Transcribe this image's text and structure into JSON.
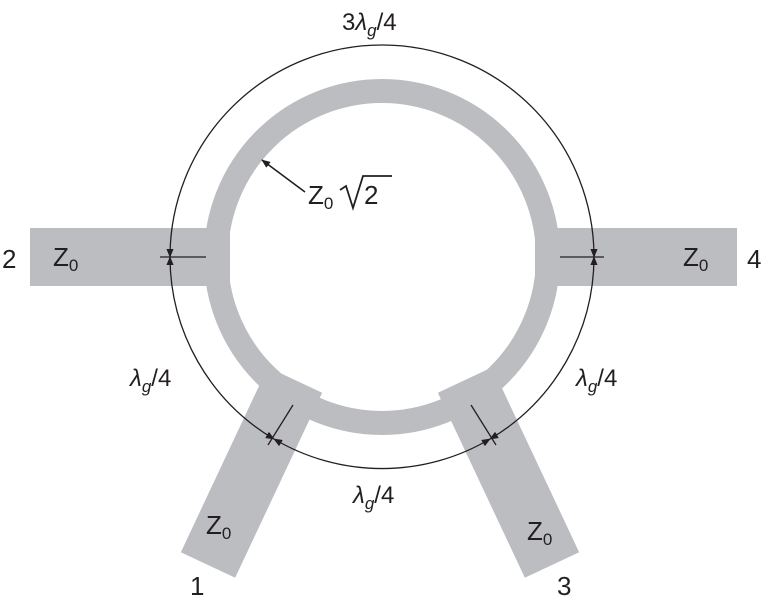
{
  "diagram": {
    "ports": {
      "p1": "1",
      "p2": "2",
      "p3": "3",
      "p4": "4"
    },
    "impedance": {
      "symbol": "Z",
      "subscript": "0",
      "ring_factor": "2"
    },
    "arc_labels": {
      "top": {
        "coef": "3",
        "lambda": "λ",
        "sub": "g",
        "den": "/4"
      },
      "left": {
        "coef": "",
        "lambda": "λ",
        "sub": "g",
        "den": "/4"
      },
      "right": {
        "coef": "",
        "lambda": "λ",
        "sub": "g",
        "den": "/4"
      },
      "bottom": {
        "coef": "",
        "lambda": "λ",
        "sub": "g",
        "den": "/4"
      }
    },
    "colors": {
      "trace": "#bcbdc0",
      "ink": "#231f20",
      "background": "#ffffff"
    }
  }
}
